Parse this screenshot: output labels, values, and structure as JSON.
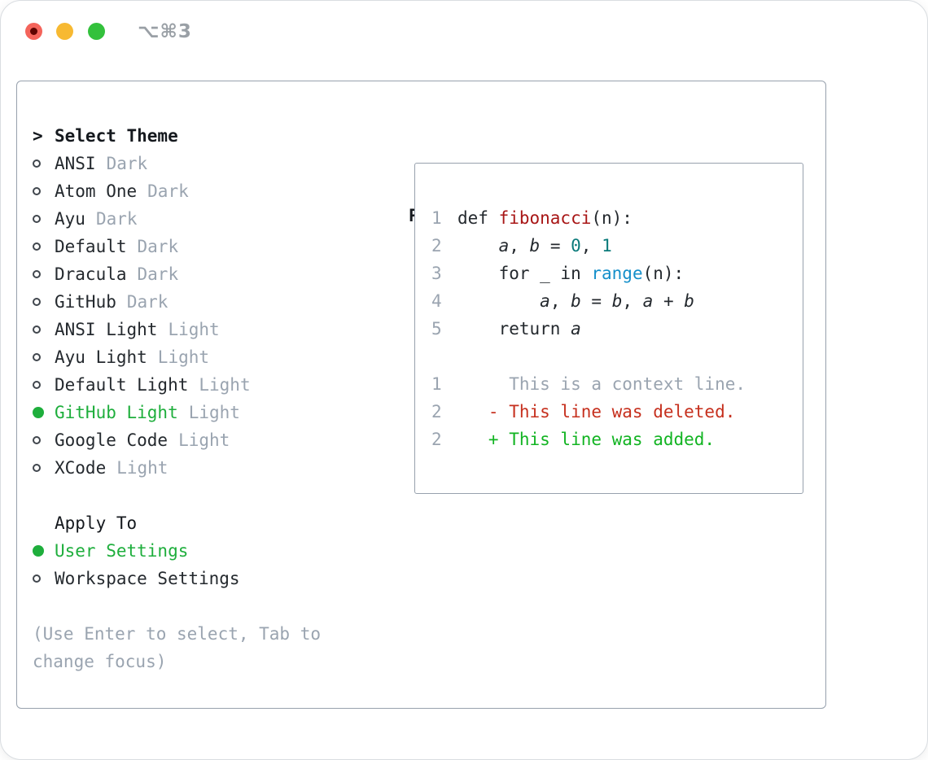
{
  "titlebar": {
    "shortcut": "⌥⌘3"
  },
  "colors": {
    "text": "#24292e",
    "muted": "#9aa4b0",
    "green": "#1eae3c",
    "marker": "#40464d",
    "border": "#97a1ad",
    "func-red": "#a81616",
    "builtin-blue": "#148fca",
    "number-teal": "#0a7a7a",
    "diff-red": "#c6301e",
    "diff-green": "#12b422",
    "traffic-red": "#f4645b",
    "traffic-red-dot": "#5e0400",
    "traffic-yellow": "#f7b932",
    "traffic-green": "#33c13c",
    "shortcut-gray": "#9aa0a6"
  },
  "theme_list": {
    "prompt": ">",
    "header": "Select Theme",
    "items": [
      {
        "name": "ANSI",
        "variant": "Dark",
        "selected": false
      },
      {
        "name": "Atom One",
        "variant": "Dark",
        "selected": false
      },
      {
        "name": "Ayu",
        "variant": "Dark",
        "selected": false
      },
      {
        "name": "Default",
        "variant": "Dark",
        "selected": false
      },
      {
        "name": "Dracula",
        "variant": "Dark",
        "selected": false
      },
      {
        "name": "GitHub",
        "variant": "Dark",
        "selected": false
      },
      {
        "name": "ANSI Light",
        "variant": "Light",
        "selected": false
      },
      {
        "name": "Ayu Light",
        "variant": "Light",
        "selected": false
      },
      {
        "name": "Default Light",
        "variant": "Light",
        "selected": false
      },
      {
        "name": "GitHub Light",
        "variant": "Light",
        "selected": true
      },
      {
        "name": "Google Code",
        "variant": "Light",
        "selected": false
      },
      {
        "name": "XCode",
        "variant": "Light",
        "selected": false
      }
    ]
  },
  "apply_to": {
    "header": "Apply To",
    "items": [
      {
        "name": "User Settings",
        "selected": true
      },
      {
        "name": "Workspace Settings",
        "selected": false
      }
    ]
  },
  "help": {
    "lines": [
      "(Use Enter to select, Tab to",
      "change focus)"
    ]
  },
  "preview": {
    "title": "Preview",
    "code_lines": [
      {
        "num": "1",
        "tokens": [
          {
            "text": "def ",
            "style": "plain"
          },
          {
            "text": "fibonacci",
            "style": "func"
          },
          {
            "text": "(n):",
            "style": "plain"
          }
        ]
      },
      {
        "num": "2",
        "tokens": [
          {
            "text": "    ",
            "style": "plain"
          },
          {
            "text": "a",
            "style": "var"
          },
          {
            "text": ", ",
            "style": "plain"
          },
          {
            "text": "b",
            "style": "var"
          },
          {
            "text": " = ",
            "style": "plain"
          },
          {
            "text": "0",
            "style": "num"
          },
          {
            "text": ", ",
            "style": "plain"
          },
          {
            "text": "1",
            "style": "num"
          }
        ]
      },
      {
        "num": "3",
        "tokens": [
          {
            "text": "    for _ in ",
            "style": "plain"
          },
          {
            "text": "range",
            "style": "builtin"
          },
          {
            "text": "(n):",
            "style": "plain"
          }
        ]
      },
      {
        "num": "4",
        "tokens": [
          {
            "text": "        ",
            "style": "plain"
          },
          {
            "text": "a",
            "style": "var"
          },
          {
            "text": ", ",
            "style": "plain"
          },
          {
            "text": "b",
            "style": "var"
          },
          {
            "text": " = ",
            "style": "plain"
          },
          {
            "text": "b",
            "style": "var"
          },
          {
            "text": ", ",
            "style": "plain"
          },
          {
            "text": "a",
            "style": "var"
          },
          {
            "text": " + ",
            "style": "plain"
          },
          {
            "text": "b",
            "style": "var"
          }
        ]
      },
      {
        "num": "5",
        "tokens": [
          {
            "text": "    return ",
            "style": "plain"
          },
          {
            "text": "a",
            "style": "var"
          }
        ]
      }
    ],
    "diff_lines": [
      {
        "num": "1",
        "text": "     This is a context line.",
        "style": "context"
      },
      {
        "num": "2",
        "text": "   - This line was deleted.",
        "style": "deleted"
      },
      {
        "num": "2",
        "text": "   + This line was added.",
        "style": "added"
      }
    ]
  }
}
